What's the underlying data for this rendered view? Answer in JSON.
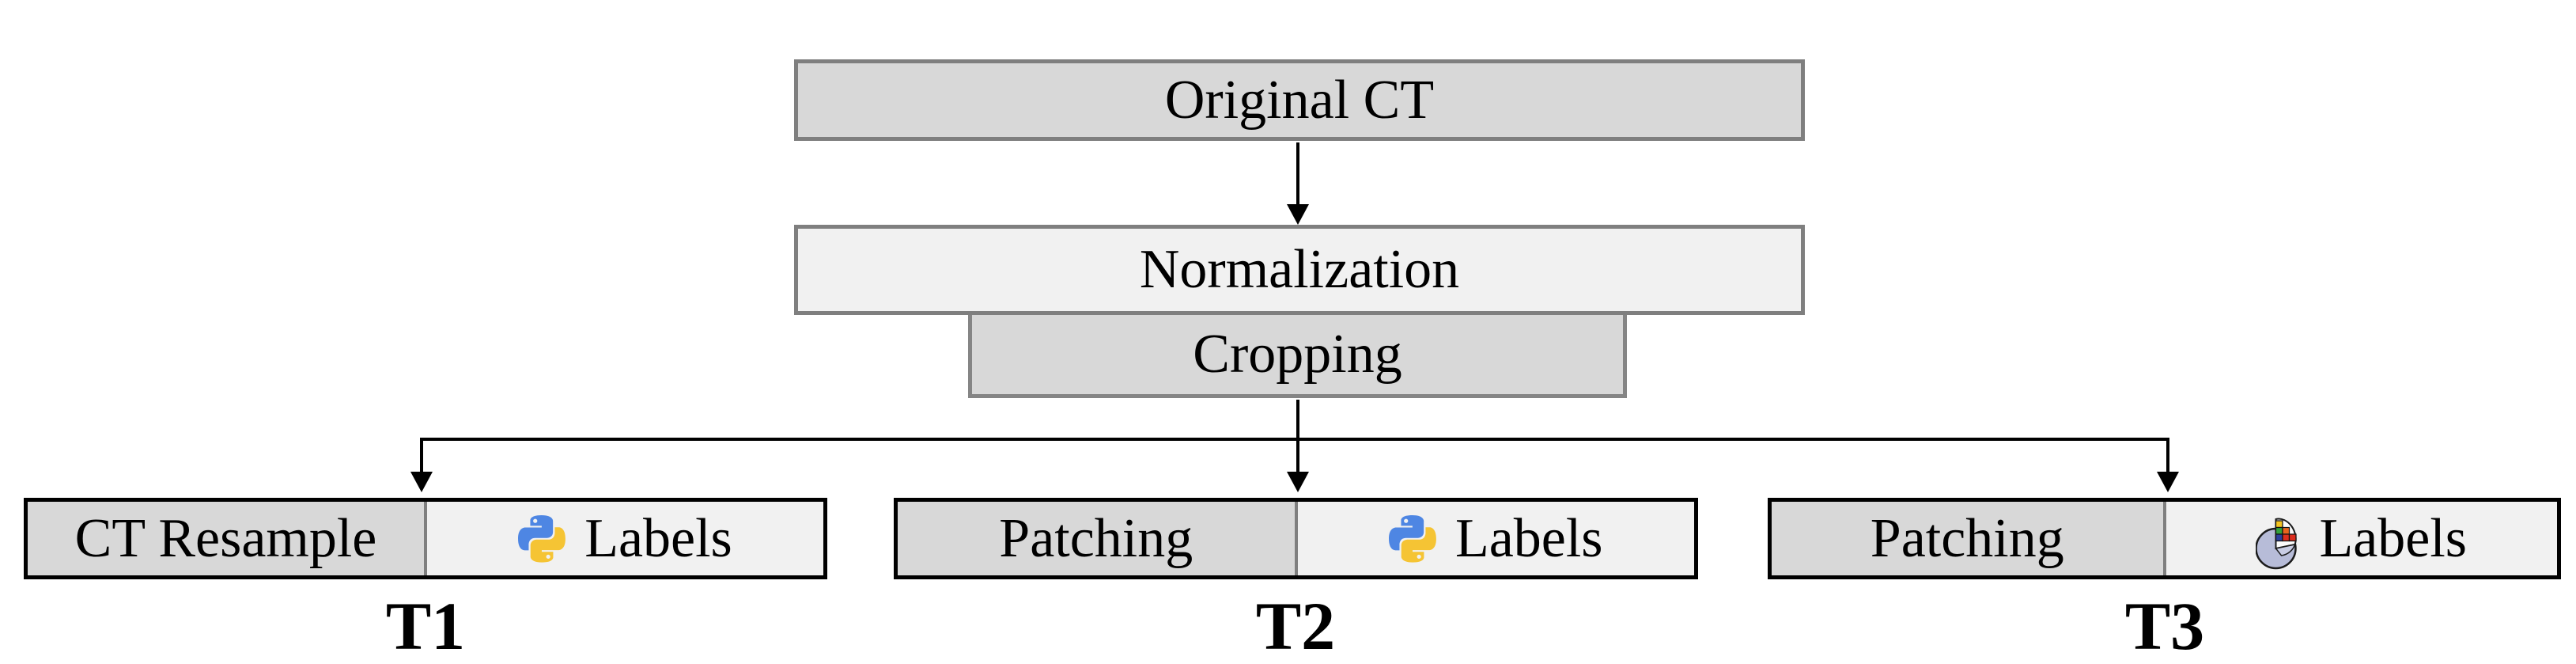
{
  "figure": {
    "type": "preprocessing-flow-diagram",
    "nodes": {
      "original_ct": "Original CT",
      "normalization": "Normalization",
      "cropping": "Cropping"
    },
    "branches": [
      {
        "tag": "T1",
        "process": "CT Resample",
        "labels": "Labels",
        "icon": "python-logo"
      },
      {
        "tag": "T2",
        "process": "Patching",
        "labels": "Labels",
        "icon": "python-logo"
      },
      {
        "tag": "T3",
        "process": "Patching",
        "labels": "Labels",
        "icon": "itk-snap-logo"
      }
    ],
    "colors": {
      "background": "#ffffff",
      "box_fill_dark": "#d8d8d8",
      "box_fill_light": "#f1f1f1",
      "box_border_gray": "#7f7f7f",
      "cropping_border_gray": "#858585",
      "branch_border_black": "#000000",
      "divider_gray": "#7f7f7f",
      "arrow_black": "#000000",
      "python_blue": "#4e86e3",
      "python_yellow": "#f5c434",
      "snap_sphere": "#b7bcd8",
      "snap_cube_yellow": "#f4c41f",
      "snap_cube_green": "#33a23c",
      "snap_cube_orange": "#e8641c",
      "snap_cube_blue": "#2c3f9c",
      "snap_cube_red": "#dd2e1e"
    }
  }
}
